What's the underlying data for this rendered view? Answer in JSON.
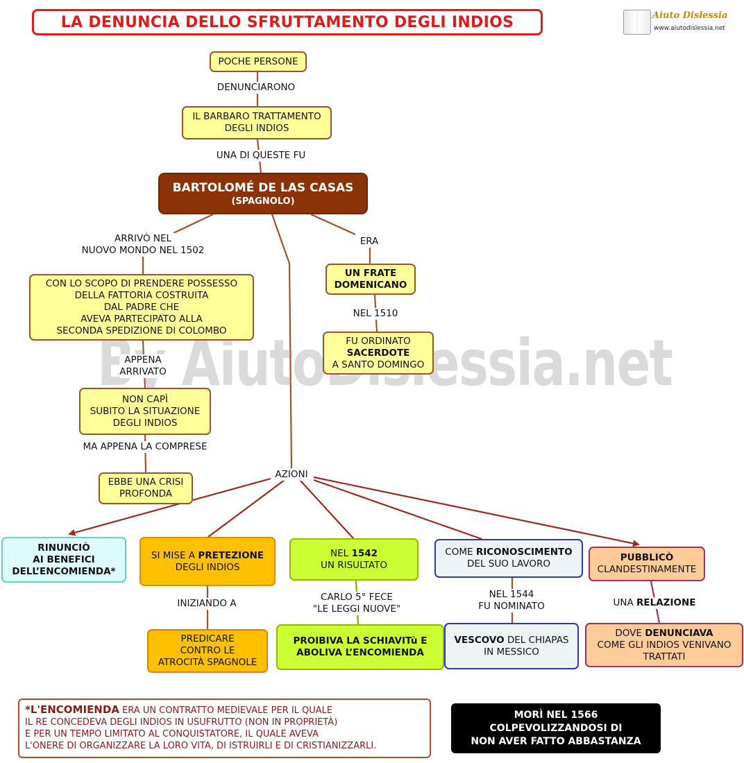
{
  "title": "LA DENUNCIA DELLO SFRUTTAMENTO DEGLI INDIOS",
  "logo": {
    "brand": "Aiuto Dislessia",
    "url": "www.aiutodislessia.net"
  },
  "watermark": "By AiutoDislessia.net",
  "nodes": {
    "poche": "POCHE PERSONE",
    "barbaro_1": "IL BARBARO TRATTAMENTO",
    "barbaro_2": "DEGLI INDIOS",
    "casas_1": "BARTOLOMÉ DE LAS CASAS",
    "casas_2": "(SPAGNOLO)",
    "scopo_1": "CON LO SCOPO DI  PRENDERE  POSSESSO",
    "scopo_2": "DELLA  FATTORIA  COSTRUITA",
    "scopo_3": "DAL  PADRE  CHE",
    "scopo_4": "AVEVA PARTECIPATO ALLA",
    "scopo_5": "SECONDA SPEDIZIONE DI COLOMBO",
    "frate_1": "UN FRATE",
    "frate_2": "DOMENICANO",
    "ordinato_1": "FU ORDINATO",
    "ordinato_2": "SACERDOTE",
    "ordinato_3": "A SANTO DOMINGO",
    "noncapi_1": "NON CAPÌ",
    "noncapi_2": "SUBITO LA SITUAZIONE",
    "noncapi_3": "DEGLI INDIOS",
    "crisi_1": "EBBE UNA CRISI",
    "crisi_2": "PROFONDA",
    "rinuncio_1": "RINUNCIÒ",
    "rinuncio_2": "AI BENEFICI",
    "rinuncio_3": "DELL’ENCOMIENDA*",
    "mise_1a": "SI MISE A ",
    "mise_1b": "PRETEZIONE",
    "mise_2": "DEGLI INDIOS",
    "predicare_1": "PREDICARE",
    "predicare_2": "CONTRO LE",
    "predicare_3": "ATROCITÀ SPAGNOLE",
    "nel1542_1a": "NEL ",
    "nel1542_1b": "1542",
    "nel1542_2": "UN RISULTATO",
    "proibiva_1": "PROIBIVA LA SCHIAVITù E",
    "proibiva_2": "ABOLIVA L’ENCOMIENDA",
    "ricon_1a": "COME ",
    "ricon_1b": "RICONOSCIMENTO",
    "ricon_2": "DEL SUO LAVORO",
    "vescovo_1a": "VESCOVO",
    "vescovo_1b": " DEL CHIAPAS",
    "vescovo_2": "IN MESSICO",
    "pubblico_1": "PUBBLICÒ",
    "pubblico_2": "CLANDESTINAMENTE",
    "dove_1a": "DOVE ",
    "dove_1b": "DENUNCIAVA",
    "dove_2": "COME GLI INDIOS VENIVANO",
    "dove_3": "TRATTATI"
  },
  "links": {
    "denunciarono": "DENUNCIARONO",
    "una_di_queste": "UNA DI QUESTE FU",
    "arrivo_1": "ARRIVÒ NEL",
    "arrivo_2": "NUOVO MONDO NEL 1502",
    "era": "ERA",
    "nel1510": "NEL 1510",
    "appena_1": "APPENA",
    "appena_2": "ARRIVATO",
    "ma_appena": "MA APPENA LA COMPRESE",
    "azioni": "AZIONI",
    "iniziando": "INIZIANDO A",
    "carlo_1": "CARLO 5°  FECE",
    "carlo_2": "\"LE LEGGI NUOVE\"",
    "nel1544_1": "NEL 1544",
    "nel1544_2": "FU NOMINATO",
    "una_a": "UNA ",
    "una_b": "RELAZIONE"
  },
  "note": {
    "line1a": "*L'ENCOMIENDA",
    "line1b": " ERA UN CONTRATTO MEDIEVALE PER IL QUALE",
    "line2": "IL RE CONCEDEVA DEGLI INDIOS IN USUFRUTTO (NON IN PROPRIETÀ)",
    "line3": "E PER UN TEMPO LIMITATO AL CONQUISTATORE, IL QUALE AVEVA",
    "line4": "L'ONERE DI ORGANIZZARE LA LORO VITA, DI ISTRUIRLI E DI CRISTIANIZZARLI."
  },
  "death": {
    "line1": "MORÌ NEL 1566",
    "line2": "COLPEVOLIZZANDOSI DI",
    "line3": "NON AVER FATTO ABBASTANZA"
  },
  "colors": {
    "title_red": "#e31a1a",
    "brown_node": "#8b3206",
    "connector": "#a0522d",
    "yellow_fill": "#ffff99",
    "cyan_fill": "#ddfbfb",
    "orange_fill": "#ffc000",
    "lime_fill": "#ccff33",
    "pale_blue_fill": "#eef3f8",
    "peach_fill": "#ffcc99",
    "note_red": "#8b1a1a",
    "death_fill": "#000000"
  }
}
